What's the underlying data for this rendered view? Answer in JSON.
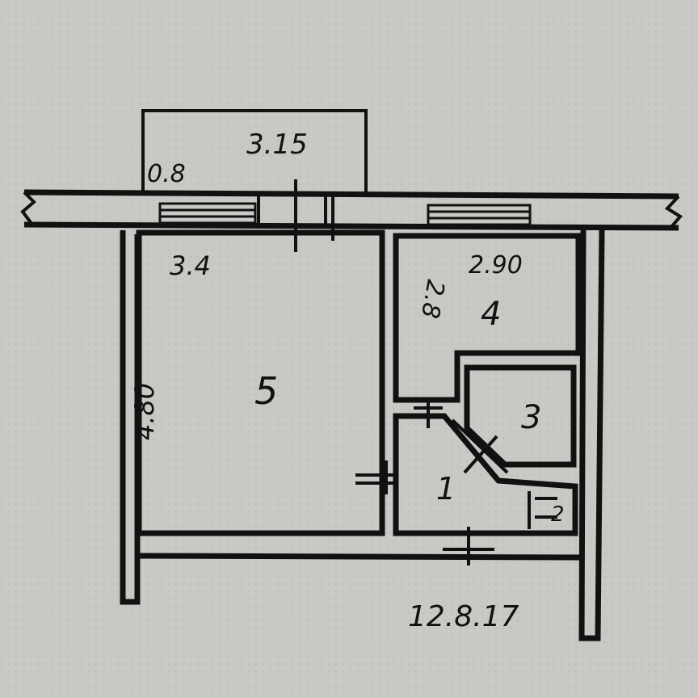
{
  "plan": {
    "balcony_length": "3.15",
    "balcony_width": "0.8",
    "room5": {
      "number": "5",
      "width": "3.4",
      "length": "4.80"
    },
    "room4": {
      "number": "4",
      "width": "2.90",
      "length": "2.8"
    },
    "room3": {
      "number": "3"
    },
    "room1": {
      "number": "1"
    },
    "room2": {
      "number": "2"
    },
    "signature": "12.8.17"
  },
  "colors": {
    "paper": "#c8c8c5",
    "ink": "#111111"
  }
}
